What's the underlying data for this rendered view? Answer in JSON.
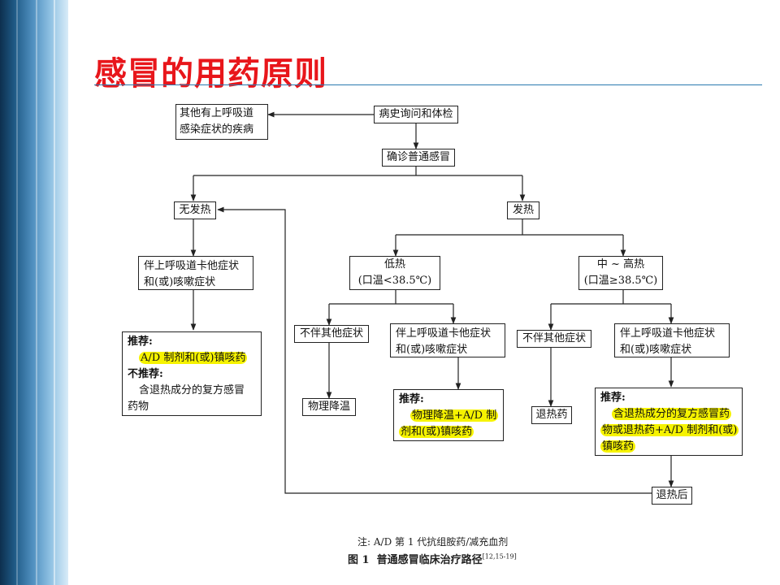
{
  "slide": {
    "title": "感冒的用药原则",
    "colors": {
      "title": "#e8161b",
      "highlight": "#f6f300",
      "sidebar": "#1f5a86"
    }
  },
  "flowchart": {
    "history_exam": "病史询问和体检",
    "other_disease": [
      "其他有上呼吸道",
      "感染症状的疾病"
    ],
    "diagnosis": "确诊普通感冒",
    "no_fever": "无发热",
    "fever": "发热",
    "no_fever_symptoms": [
      "伴上呼吸道卡他症状",
      "和(或)咳嗽症状"
    ],
    "no_fever_rec": {
      "rec_label": "推荐:",
      "rec_text": "A/D 制剂和(或)镇咳药",
      "notrec_label": "不推荐:",
      "notrec_line1": "含退热成分的复方感冒",
      "notrec_line2": "药物"
    },
    "low_fever": {
      "name": "低热",
      "temp": "(口温<38.5℃)"
    },
    "high_fever": {
      "name": "中 ~ 高热",
      "temp": "(口温≥38.5℃)"
    },
    "no_other_symptoms": "不伴其他症状",
    "catarrh_symptoms": [
      "伴上呼吸道卡他症状",
      "和(或)咳嗽症状"
    ],
    "physical_cooling": "物理降温",
    "low_rec": {
      "label": "推荐:",
      "line1": "物理降温+A/D 制",
      "line2": "剂和(或)镇咳药"
    },
    "antipyretic": "退热药",
    "high_rec": {
      "label": "推荐:",
      "line1": "含退热成分的复方感冒药",
      "line2": "物或退热药+A/D 制剂和(或)",
      "line3": "镇咳药"
    },
    "after_fever": "退热后"
  },
  "note": "注: A/D 第 1 代抗组胺药/减充血剂",
  "figure": {
    "label": "图 1",
    "caption": "普通感冒临床治疗路径",
    "ref": "[12,15-19]"
  }
}
